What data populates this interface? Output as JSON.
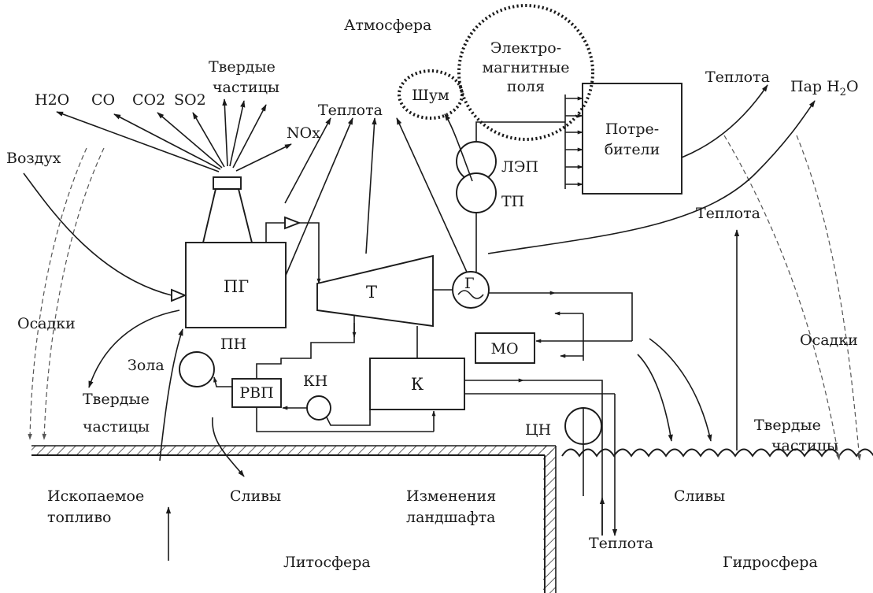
{
  "labels": {
    "atmosphere": "Атмосфера",
    "lithosphere": "Литосфера",
    "hydrosphere": "Гидросфера",
    "air": "Воздух",
    "h2o_formula": "H2O",
    "co": "CO",
    "co2_formula": "CO2",
    "so2_formula": "SO2",
    "nox_formula": "NOx",
    "solid_particles_top_1": "Твердые",
    "solid_particles_top_2": "частицы",
    "heat_top": "Теплота",
    "noise": "Шум",
    "em_fields_1": "Электро-",
    "em_fields_2": "магнитные",
    "em_fields_3": "поля",
    "lep": "ЛЭП",
    "tp": "ТП",
    "consumers_1": "Потре-",
    "consumers_2": "бители",
    "heat_right": "Теплота",
    "steam": "Пар H",
    "steam_sub": "2",
    "steam_tail": "O",
    "heat_mid_right": "Теплота",
    "precip_left": "Осадки",
    "precip_right": "Осадки",
    "pg": "ПГ",
    "pn": "ПН",
    "turbine": "Т",
    "generator": "Г",
    "mo": "МО",
    "ash": "Зола",
    "solid_left_1": "Твердые",
    "solid_left_2": "частицы",
    "rvp": "РВП",
    "kn": "КН",
    "condenser": "К",
    "cn": "ЦН",
    "drains_left": "Сливы",
    "drains_right": "Сливы",
    "solid_right_1": "Твердые",
    "solid_right_2": "частицы",
    "fossil_fuel_1": "Ископаемое",
    "fossil_fuel_2": "топливо",
    "landscape_1": "Изменения",
    "landscape_2": "ландшафта",
    "heat_bottom": "Теплота"
  }
}
